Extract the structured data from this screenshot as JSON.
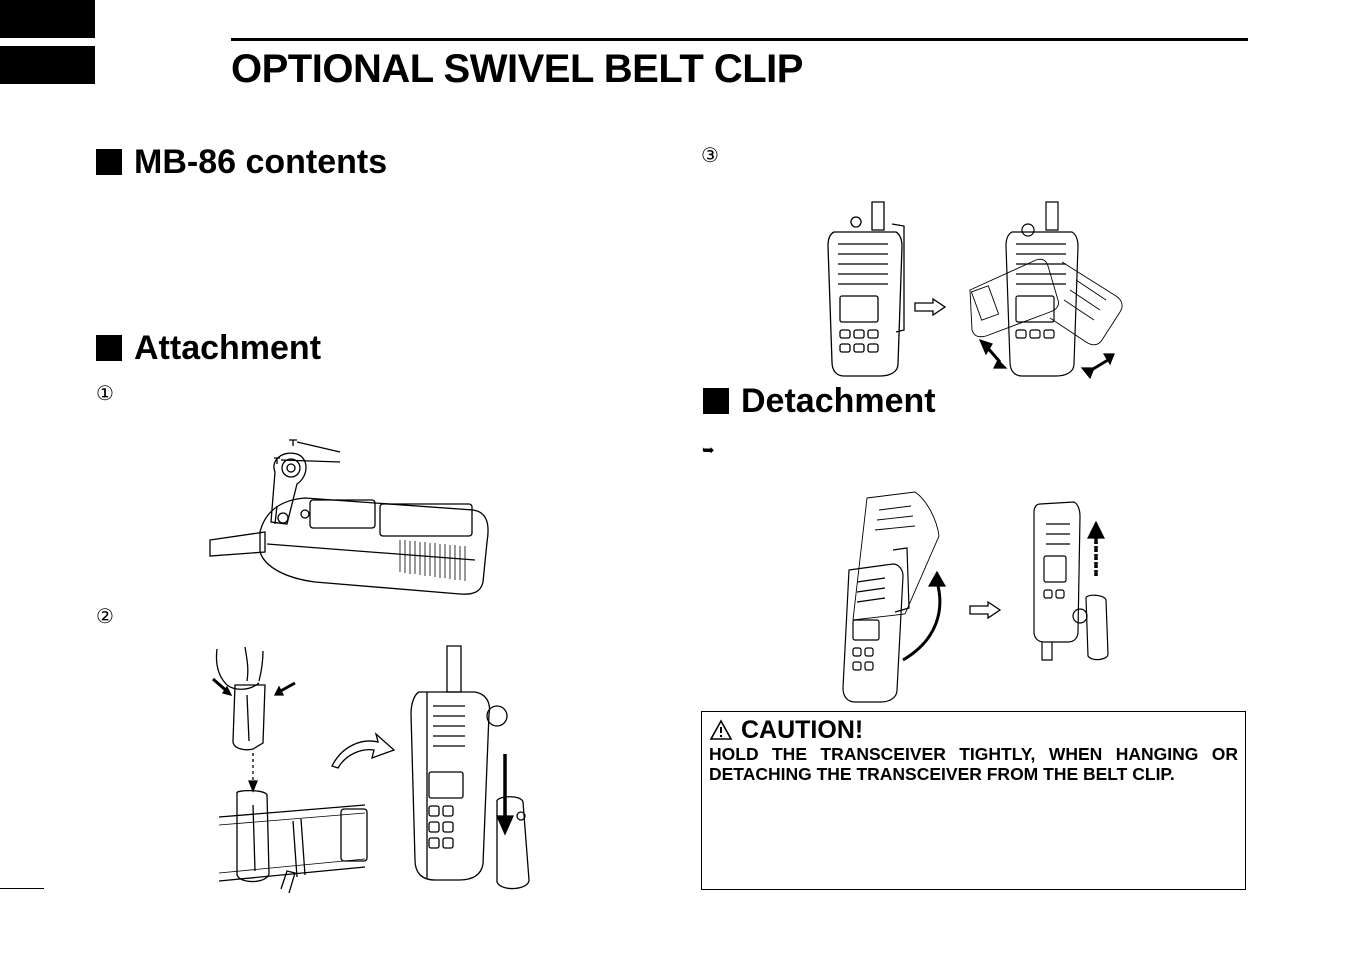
{
  "page": {
    "title": "OPTIONAL SWIVEL BELT CLIP"
  },
  "sections": {
    "contents": {
      "heading": "MB-86 contents"
    },
    "attachment": {
      "heading": "Attachment",
      "step1": "①",
      "step2": "②",
      "step3": "③"
    },
    "detachment": {
      "heading": "Detachment",
      "bullet": "➥"
    }
  },
  "caution": {
    "heading": "CAUTION!",
    "text": "HOLD THE TRANSCEIVER TIGHTLY, WHEN HANGING OR DETACHING THE TRANSCEIVER FROM THE BELT CLIP.",
    "icon": "warning-triangle-icon"
  }
}
